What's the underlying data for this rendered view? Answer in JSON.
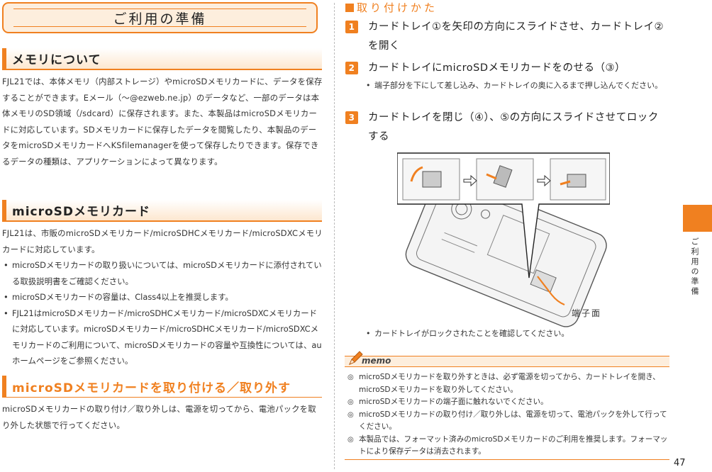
{
  "left": {
    "chapter_title": "ご利用の準備",
    "sec1_title": "メモリについて",
    "sec1_text": "FJL21では、本体メモリ（内部ストレージ）やmicroSDメモリカードに、データを保存することができます。Eメール（〜@ezweb.ne.jp）のデータなど、一部のデータは本体メモリのSD領域（/sdcard）に保存されます。また、本製品はmicroSDメモリカードに対応しています。SDメモリカードに保存したデータを閲覧したり、本製品のデータをmicroSDメモリカードへKSfilemanagerを使って保存したりできます。保存できるデータの種類は、アプリケーションによって異なります。",
    "sec2_title": "microSDメモリカード",
    "sec2_text": "FJL21は、市販のmicroSDメモリカード/microSDHCメモリカード/microSDXCメモリカードに対応しています。",
    "sec2_bullets": [
      "microSDメモリカードの取り扱いについては、microSDメモリカードに添付されている取扱説明書をご確認ください。",
      "microSDメモリカードの容量は、Class4以上を推奨します。",
      "FJL21はmicroSDメモリカード/microSDHCメモリカード/microSDXCメモリカードに対応しています。microSDメモリカード/microSDHCメモリカード/microSDXCメモリカードのご利用について、microSDメモリカードの容量や互換性については、auホームページをご参照ください。"
    ],
    "sec3_title": "microSDメモリカードを取り付ける／取り外す",
    "sec3_text": "microSDメモリカードの取り付け／取り外しは、電源を切ってから、電池パックを取り外した状態で行ってください。"
  },
  "right": {
    "sub_title": "取り付けかた",
    "steps": [
      {
        "num": "1",
        "text": "カードトレイ①を矢印の方向にスライドさせ、カードトレイ②を開く"
      },
      {
        "num": "2",
        "text": "カードトレイにmicroSDメモリカードをのせる（③）"
      },
      {
        "num": "3",
        "text": "カードトレイを閉じ（④）、⑤の方向にスライドさせてロックする"
      }
    ],
    "step2_note": "端子部分を下にして差し込み、カードトレイの奥に入るまで押し込んでください。",
    "step3_note": "カードトレイがロックされたことを確認してください。",
    "callout_label": "端子面",
    "memo_label": "memo",
    "memo_items": [
      "microSDメモリカードを取り外すときは、必ず電源を切ってから、カードトレイを開き、microSDメモリカードを取り外してください。",
      "microSDメモリカードの端子面に触れないでください。",
      "microSDメモリカードの取り付け／取り外しは、電源を切って、電池パックを外して行ってください。",
      "本製品では、フォーマット済みのmicroSDメモリカードのご利用を推奨します。フォーマットにより保存データは消去されます。"
    ]
  },
  "side_tab_label": "ご利用の準備",
  "page_number": "47"
}
